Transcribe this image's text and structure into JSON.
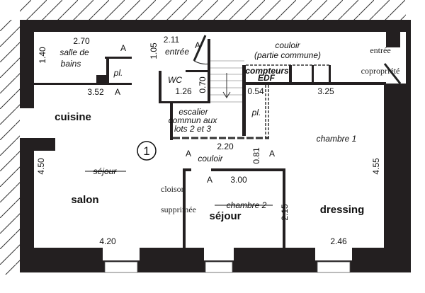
{
  "plan": {
    "rooms": {
      "salle_de_bains_1": "salle de",
      "salle_de_bains_2": "bains",
      "placard_1": "pl.",
      "placard_2": "pl.",
      "entree": "entrée",
      "wc": "WC",
      "couloir_commun_1": "couloir",
      "couloir_commun_2": "(partie commune)",
      "compteurs_1": "compteurs",
      "compteurs_2": "EDF",
      "escalier_1": "escalier",
      "escalier_2": "commun aux",
      "escalier_3": "lots 2 et 3",
      "cuisine": "cuisine",
      "couloir": "couloir",
      "chambre_1": "chambre 1",
      "sejour_old": "séjour",
      "salon": "salon",
      "chambre_2_old": "chambre 2",
      "sejour": "séjour",
      "dressing": "dressing"
    },
    "annotations": {
      "entree_copro_1": "entrée",
      "entree_copro_2": "copropriété",
      "cloison_1": "cloison",
      "cloison_2": "supprimée",
      "lot_number": "1",
      "a_marker": "A"
    },
    "dimensions": {
      "d270": "2.70",
      "d140": "1.40",
      "d352": "3.52",
      "d105": "1.05",
      "d211": "2.11",
      "d070": "0.70",
      "d126": "1.26",
      "d054": "0.54",
      "d325": "3.25",
      "d220": "2.20",
      "d081": "0.81",
      "d450": "4.50",
      "d455": "4.55",
      "d300": "3.00",
      "d215": "2.15",
      "d420": "4.20",
      "d246": "2.46"
    }
  }
}
